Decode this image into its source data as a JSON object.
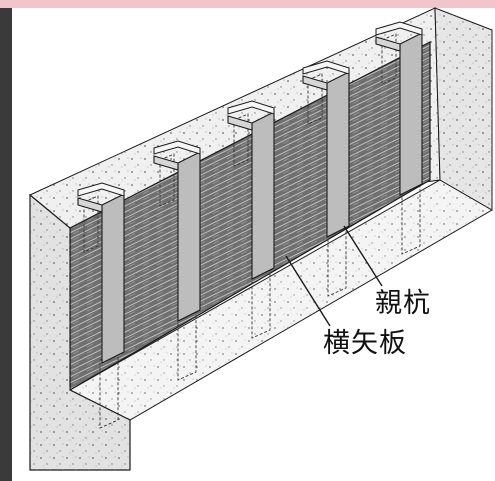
{
  "labels": {
    "soldier_pile": "親杭",
    "lagging": "横矢板"
  },
  "colors": {
    "soil_light": "#ececec",
    "soil_front": "#e2e2e2",
    "soil_top": "#f0f0f0",
    "lagging_fill": "#6f6f6f",
    "lagging_lines": "#cfcfcf",
    "pile_face": "#bdbdbd",
    "outline": "#1a1a1a",
    "edge_strip_top": "#f2c4cc",
    "edge_strip_left": "#3a3a3a"
  },
  "piles": {
    "count": 5,
    "embedded_below_excavation": true
  }
}
